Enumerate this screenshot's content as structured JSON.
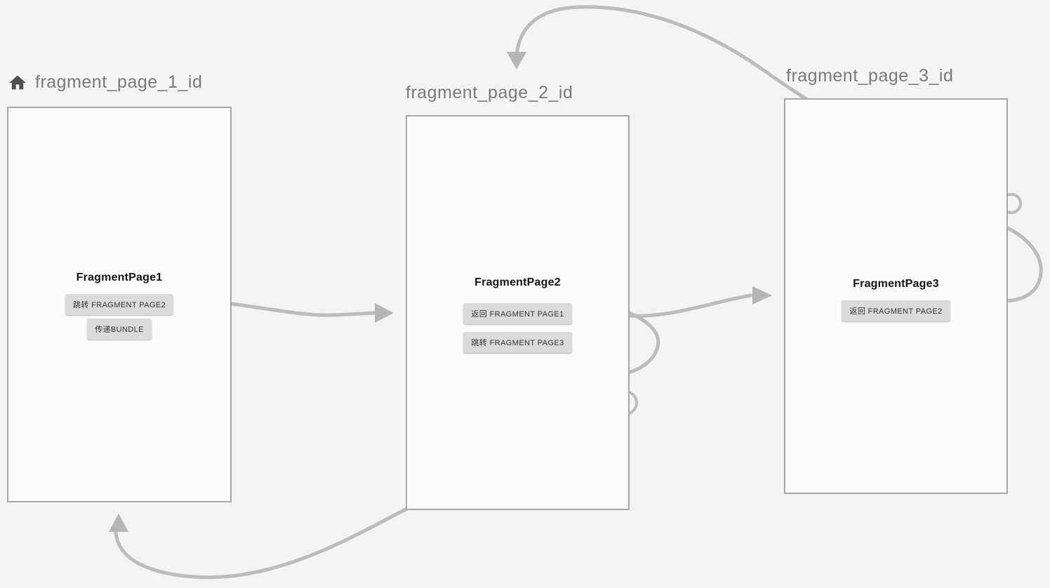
{
  "canvas": {
    "background": "#f4f4f5",
    "arrow_color": "#bcbcbc",
    "arrowhead_color": "#b6b6b6",
    "card_border_color": "#a6a6a6",
    "card_background": "#fcfcfd"
  },
  "fragments": [
    {
      "id_label": "fragment_page_1_id",
      "is_start_destination": true,
      "title": "FragmentPage1",
      "buttons": [
        "跳转 FRAGMENT PAGE2",
        "传递BUNDLE"
      ]
    },
    {
      "id_label": "fragment_page_2_id",
      "is_start_destination": false,
      "title": "FragmentPage2",
      "buttons": [
        "返回 FRAGMENT PAGE1",
        "跳转 FRAGMENT PAGE3"
      ]
    },
    {
      "id_label": "fragment_page_3_id",
      "is_start_destination": false,
      "title": "FragmentPage3",
      "buttons": [
        "返回 FRAGMENT PAGE2"
      ]
    }
  ],
  "actions": [
    {
      "from": "fragment_page_1_id",
      "to": "fragment_page_2_id"
    },
    {
      "from": "fragment_page_2_id",
      "to": "fragment_page_3_id"
    },
    {
      "from": "fragment_page_3_id",
      "to": "fragment_page_2_id"
    },
    {
      "from": "fragment_page_2_id",
      "to": "fragment_page_1_id"
    }
  ]
}
